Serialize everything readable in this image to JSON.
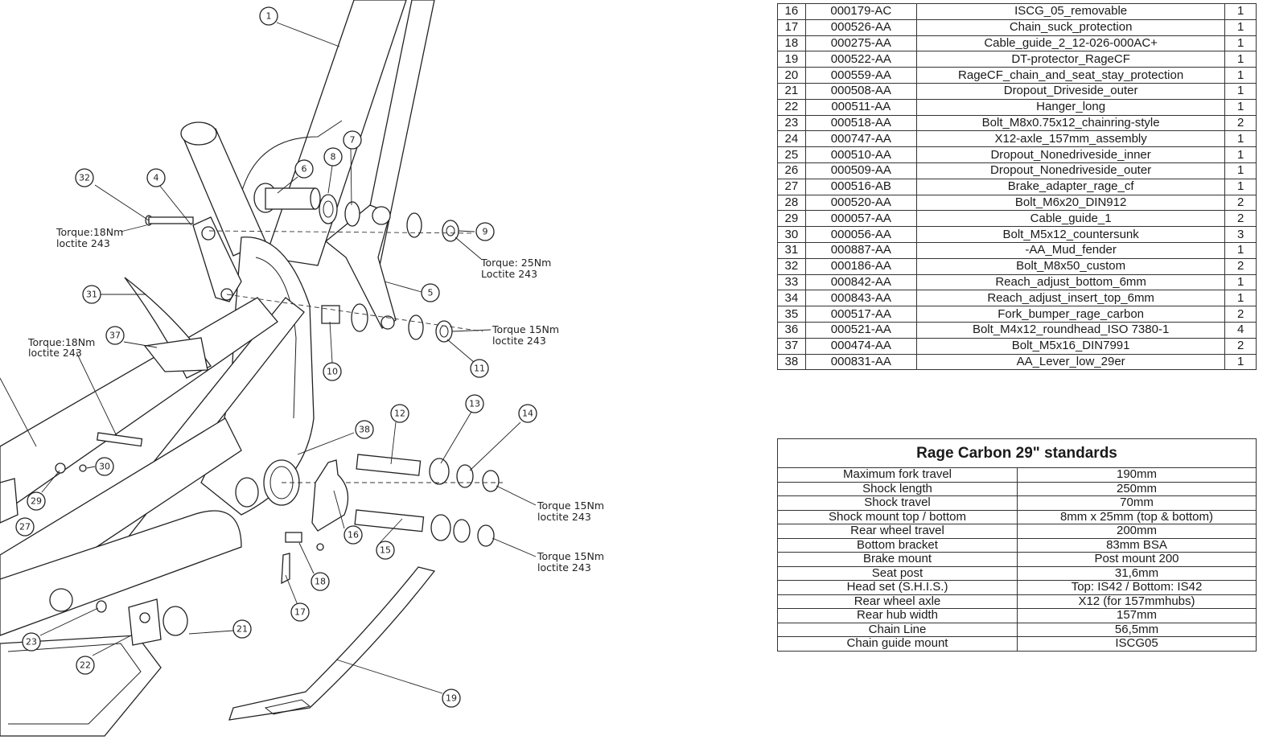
{
  "parts": [
    {
      "no": "16",
      "code": "000179-AC",
      "name": "ISCG_05_removable",
      "qty": "1"
    },
    {
      "no": "17",
      "code": "000526-AA",
      "name": "Chain_suck_protection",
      "qty": "1"
    },
    {
      "no": "18",
      "code": "000275-AA",
      "name": "Cable_guide_2_12-026-000AC+",
      "qty": "1"
    },
    {
      "no": "19",
      "code": "000522-AA",
      "name": "DT-protector_RageCF",
      "qty": "1"
    },
    {
      "no": "20",
      "code": "000559-AA",
      "name": "RageCF_chain_and_seat_stay_protection",
      "qty": "1"
    },
    {
      "no": "21",
      "code": "000508-AA",
      "name": "Dropout_Driveside_outer",
      "qty": "1"
    },
    {
      "no": "22",
      "code": "000511-AA",
      "name": "Hanger_long",
      "qty": "1"
    },
    {
      "no": "23",
      "code": "000518-AA",
      "name": "Bolt_M8x0.75x12_chainring-style",
      "qty": "2"
    },
    {
      "no": "24",
      "code": "000747-AA",
      "name": "X12-axle_157mm_assembly",
      "qty": "1"
    },
    {
      "no": "25",
      "code": "000510-AA",
      "name": "Dropout_Nonedriveside_inner",
      "qty": "1"
    },
    {
      "no": "26",
      "code": "000509-AA",
      "name": "Dropout_Nonedriveside_outer",
      "qty": "1"
    },
    {
      "no": "27",
      "code": "000516-AB",
      "name": "Brake_adapter_rage_cf",
      "qty": "1"
    },
    {
      "no": "28",
      "code": "000520-AA",
      "name": "Bolt_M6x20_DIN912",
      "qty": "2"
    },
    {
      "no": "29",
      "code": "000057-AA",
      "name": "Cable_guide_1",
      "qty": "2"
    },
    {
      "no": "30",
      "code": "000056-AA",
      "name": "Bolt_M5x12_countersunk",
      "qty": "3"
    },
    {
      "no": "31",
      "code": "000887-AA",
      "name": "-AA_Mud_fender",
      "qty": "1"
    },
    {
      "no": "32",
      "code": "000186-AA",
      "name": "Bolt_M8x50_custom",
      "qty": "2"
    },
    {
      "no": "33",
      "code": "000842-AA",
      "name": "Reach_adjust_bottom_6mm",
      "qty": "1"
    },
    {
      "no": "34",
      "code": "000843-AA",
      "name": "Reach_adjust_insert_top_6mm",
      "qty": "1"
    },
    {
      "no": "35",
      "code": "000517-AA",
      "name": "Fork_bumper_rage_carbon",
      "qty": "2"
    },
    {
      "no": "36",
      "code": "000521-AA",
      "name": "Bolt_M4x12_roundhead_ISO 7380-1",
      "qty": "4"
    },
    {
      "no": "37",
      "code": "000474-AA",
      "name": "Bolt_M5x16_DIN7991",
      "qty": "2"
    },
    {
      "no": "38",
      "code": "000831-AA",
      "name": "AA_Lever_low_29er",
      "qty": "1"
    }
  ],
  "standards": {
    "title": "Rage Carbon 29\" standards",
    "rows": [
      {
        "label": "Maximum fork travel",
        "value": "190mm"
      },
      {
        "label": "Shock length",
        "value": "250mm"
      },
      {
        "label": "Shock travel",
        "value": "70mm"
      },
      {
        "label": "Shock mount top / bottom",
        "value": "8mm x 25mm (top & bottom)"
      },
      {
        "label": "Rear wheel travel",
        "value": "200mm"
      },
      {
        "label": "Bottom bracket",
        "value": "83mm BSA"
      },
      {
        "label": "Brake mount",
        "value": "Post mount 200"
      },
      {
        "label": "Seat post",
        "value": "31,6mm"
      },
      {
        "label": "Head set (S.H.I.S.)",
        "value": "Top: IS42 / Bottom: IS42"
      },
      {
        "label": "Rear wheel axle",
        "value": "X12 (for 157mmhubs)"
      },
      {
        "label": "Rear hub width",
        "value": "157mm"
      },
      {
        "label": "Chain Line",
        "value": "56,5mm"
      },
      {
        "label": "Chain guide mount",
        "value": "ISCG05"
      }
    ]
  },
  "callouts": {
    "c1": "1",
    "c4": "4",
    "c5": "5",
    "c6": "6",
    "c7": "7",
    "c8": "8",
    "c9": "9",
    "c10": "10",
    "c11": "11",
    "c12": "12",
    "c13": "13",
    "c14": "14",
    "c15": "15",
    "c16": "16",
    "c17": "17",
    "c18": "18",
    "c19": "19",
    "c21": "21",
    "c22": "22",
    "c23": "23",
    "c27": "27",
    "c29": "29",
    "c30": "30",
    "c31": "31",
    "c32": "32",
    "c37": "37",
    "c38": "38"
  },
  "notes": {
    "n32_a": "Torque:18Nm",
    "n32_b": "loctite 243",
    "n37_a": "Torque:18Nm",
    "n37_b": "loctite 243",
    "n9_a": "Torque: 25Nm",
    "n9_b": "Loctite 243",
    "n11_a": "Torque 15Nm",
    "n11_b": "loctite 243",
    "n14_a": "Torque 15Nm",
    "n14_b": "loctite 243",
    "n15_a": "Torque 15Nm",
    "n15_b": "loctite 243"
  }
}
